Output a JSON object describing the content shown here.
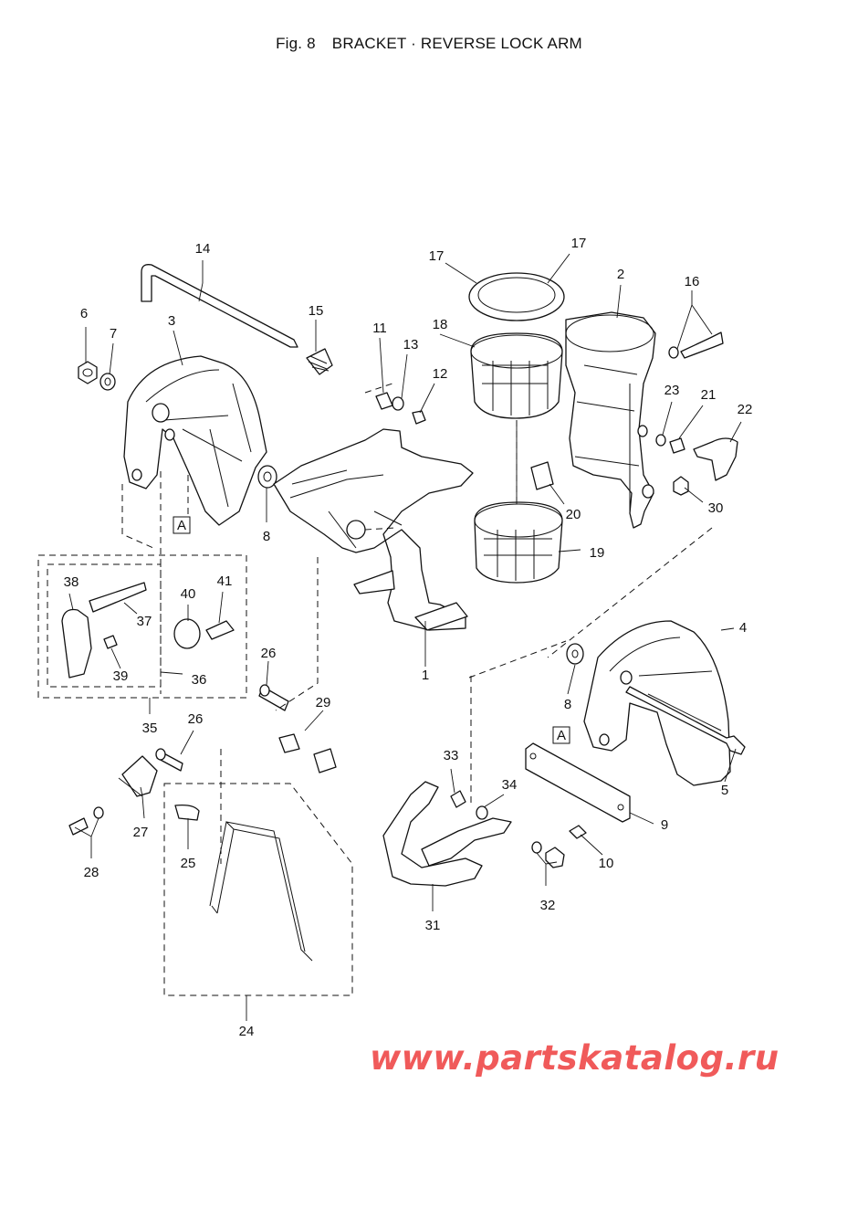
{
  "figure": {
    "number": "Fig. 8",
    "title": "BRACKET · REVERSE LOCK ARM"
  },
  "callouts": [
    "1",
    "2",
    "3",
    "4",
    "5",
    "6",
    "7",
    "8",
    "8",
    "9",
    "10",
    "11",
    "12",
    "13",
    "14",
    "15",
    "16",
    "17",
    "17",
    "18",
    "19",
    "20",
    "21",
    "22",
    "23",
    "24",
    "25",
    "26",
    "26",
    "27",
    "28",
    "29",
    "30",
    "31",
    "32",
    "33",
    "34",
    "35",
    "36",
    "37",
    "38",
    "39",
    "40",
    "41"
  ],
  "reference_marks": [
    "A",
    "A"
  ],
  "watermark": "www.partskatalog.ru",
  "colors": {
    "line": "#111111",
    "watermark": "#f05a5a",
    "background": "#ffffff"
  }
}
